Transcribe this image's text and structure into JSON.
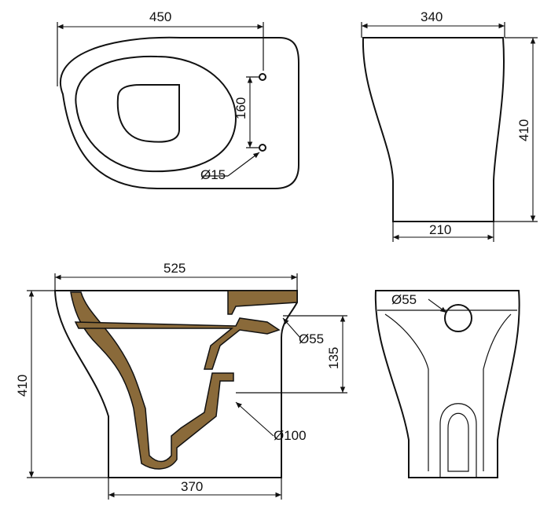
{
  "views": {
    "top": {
      "width": "450",
      "hole_spacing": "160",
      "hole_diameter": "Ø15"
    },
    "front": {
      "width": "340",
      "height": "410",
      "base_width": "210"
    },
    "section": {
      "length": "525",
      "height": "410",
      "base_length": "370",
      "outlet_height": "135",
      "inlet_diameter": "Ø55",
      "outlet_diameter": "Ø100"
    },
    "rear": {
      "inlet_diameter": "Ø55"
    }
  },
  "colors": {
    "line": "#111111",
    "section_fill": "#8a6a3a"
  }
}
